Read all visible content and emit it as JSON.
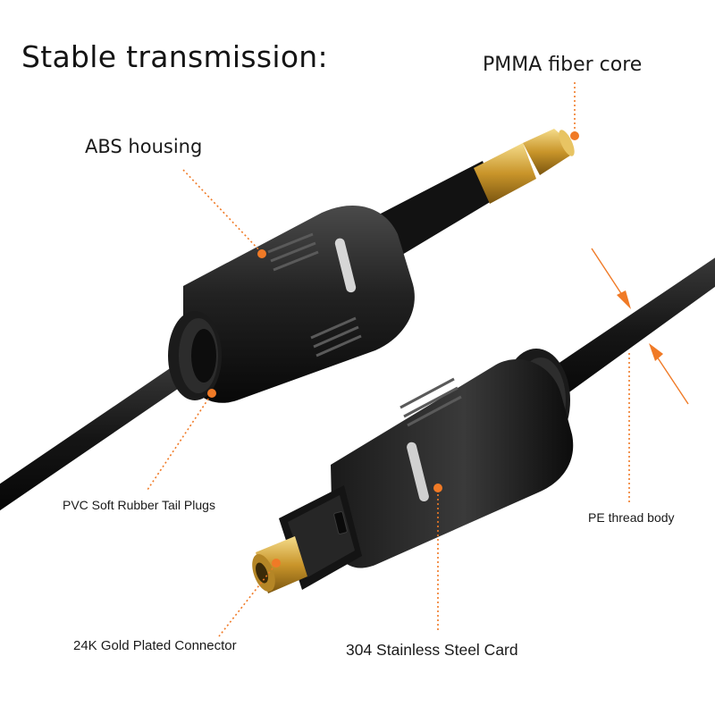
{
  "heading": "Stable transmission:",
  "labels": {
    "pmma": "PMMA fiber core",
    "abs": "ABS housing",
    "pvc": "PVC Soft Rubber Tail Plugs",
    "pe": "PE thread body",
    "gold": "24K Gold Plated Connector",
    "steel": "304 Stainless Steel Card"
  },
  "colors": {
    "callout": "#f07a26",
    "cable": "#121212",
    "gold": "#c99a2e"
  }
}
